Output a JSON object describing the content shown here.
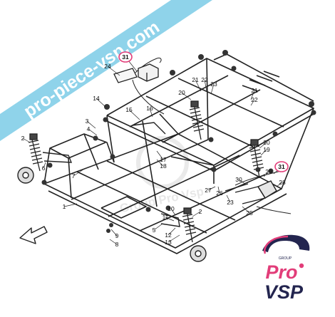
{
  "banner": {
    "text": "pro-piece-vsp.com",
    "color": "#8fd3ea"
  },
  "watermark": {
    "text": "Group Pro Vsp"
  },
  "logo": {
    "small_word": "GROUP",
    "word1": "Pro",
    "word2": "VSP",
    "pink": "#e23d79",
    "navy": "#23254f"
  },
  "callouts": [
    {
      "label": "31",
      "highlight": true
    },
    {
      "label": "24"
    },
    {
      "label": "21"
    },
    {
      "label": "22"
    },
    {
      "label": "20"
    },
    {
      "label": "23"
    },
    {
      "label": "21"
    },
    {
      "label": "22"
    },
    {
      "label": "14"
    },
    {
      "label": "15"
    },
    {
      "label": "16"
    },
    {
      "label": "3"
    },
    {
      "label": "4"
    },
    {
      "label": "2"
    },
    {
      "label": "6"
    },
    {
      "label": "7"
    },
    {
      "label": "1"
    },
    {
      "label": "17"
    },
    {
      "label": "18"
    },
    {
      "label": "20"
    },
    {
      "label": "19"
    },
    {
      "label": "31",
      "highlight": true
    },
    {
      "label": "29"
    },
    {
      "label": "30"
    },
    {
      "label": "26"
    },
    {
      "label": "28"
    },
    {
      "label": "27"
    },
    {
      "label": "23"
    },
    {
      "label": "25"
    },
    {
      "label": "10"
    },
    {
      "label": "11"
    },
    {
      "label": "2"
    },
    {
      "label": "5"
    },
    {
      "label": "12"
    },
    {
      "label": "13"
    },
    {
      "label": "9"
    },
    {
      "label": "8"
    }
  ]
}
